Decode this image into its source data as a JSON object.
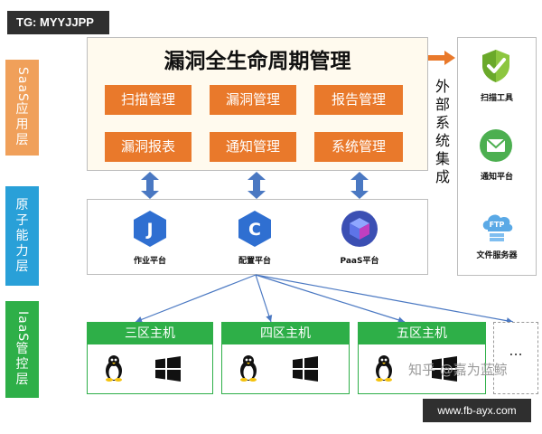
{
  "tags": {
    "top_left": "TG: MYYJJPP",
    "bottom_right": "www.fb-ayx.com"
  },
  "layers": {
    "saas": "SaaS 应用层",
    "saas_latin": "SaaS",
    "saas_cjk": [
      "应",
      "用",
      "层"
    ],
    "atom": [
      "原",
      "子",
      "能",
      "力",
      "层"
    ],
    "iaas_latin": "IaaS",
    "iaas_cjk": [
      "管",
      "控",
      "层"
    ]
  },
  "saas_box": {
    "title": "漏洞全生命周期管理",
    "modules": [
      "扫描管理",
      "漏洞管理",
      "报告管理",
      "漏洞报表",
      "通知管理",
      "系统管理"
    ]
  },
  "external": {
    "label": "外部系统集成",
    "chars": [
      "外",
      "部",
      "系",
      "统",
      "集",
      "成"
    ],
    "tools": [
      {
        "icon": "shield-check-icon",
        "label": "扫描工具"
      },
      {
        "icon": "mail-icon",
        "label": "通知平台"
      },
      {
        "icon": "ftp-cloud-icon",
        "label": "文件服务器"
      }
    ]
  },
  "atom_platforms": [
    {
      "icon": "j-hexagon-icon",
      "glyph": "J",
      "label": "作业平台"
    },
    {
      "icon": "c-hexagon-icon",
      "glyph": "C",
      "label": "配置平台"
    },
    {
      "icon": "cube-icon",
      "label": "PaaS平台"
    }
  ],
  "hosts": [
    {
      "label": "三区主机"
    },
    {
      "label": "四区主机"
    },
    {
      "label": "五区主机"
    }
  ],
  "more_hosts": "...",
  "watermark": "知乎 @嘉为蓝鲸",
  "colors": {
    "saas_layer": "#f0a05a",
    "atom_layer": "#29a0d8",
    "iaas_layer": "#2eaf48",
    "module_orange": "#e9792b",
    "arrow_blue": "#4a78c2",
    "host_green": "#2eaf48"
  }
}
